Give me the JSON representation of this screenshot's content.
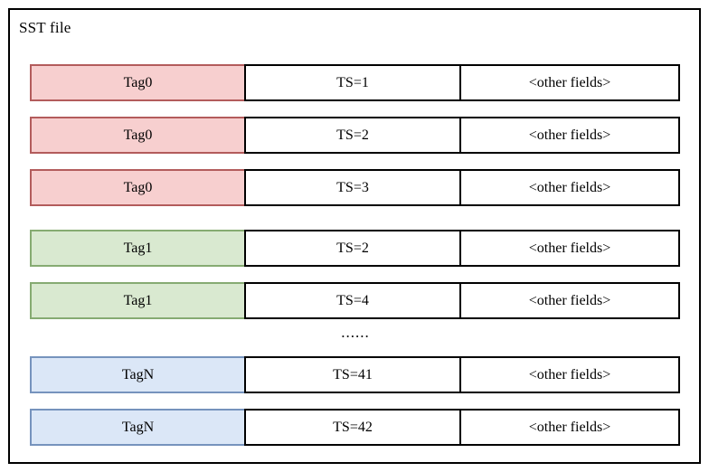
{
  "diagram": {
    "title": "SST file",
    "columns": [
      "tag",
      "timestamp",
      "other_fields"
    ],
    "colors": {
      "tag0_fill": "#f7cfcf",
      "tag0_border": "#b35c5c",
      "tag1_fill": "#d9e9d0",
      "tag1_border": "#86ab72",
      "tagN_fill": "#dbe7f7",
      "tagN_border": "#7693bd",
      "outline": "#000000",
      "background": "#ffffff"
    },
    "ellipsis": "......",
    "rows": [
      {
        "tag": "Tag0",
        "ts": "TS=1",
        "other": "<other fields>",
        "color": "pink"
      },
      {
        "tag": "Tag0",
        "ts": "TS=2",
        "other": "<other fields>",
        "color": "pink"
      },
      {
        "tag": "Tag0",
        "ts": "TS=3",
        "other": "<other fields>",
        "color": "pink"
      },
      {
        "tag": "Tag1",
        "ts": "TS=2",
        "other": "<other fields>",
        "color": "green"
      },
      {
        "tag": "Tag1",
        "ts": "TS=4",
        "other": "<other fields>",
        "color": "green"
      },
      {
        "tag": "TagN",
        "ts": "TS=41",
        "other": "<other fields>",
        "color": "blue"
      },
      {
        "tag": "TagN",
        "ts": "TS=42",
        "other": "<other fields>",
        "color": "blue"
      }
    ]
  }
}
